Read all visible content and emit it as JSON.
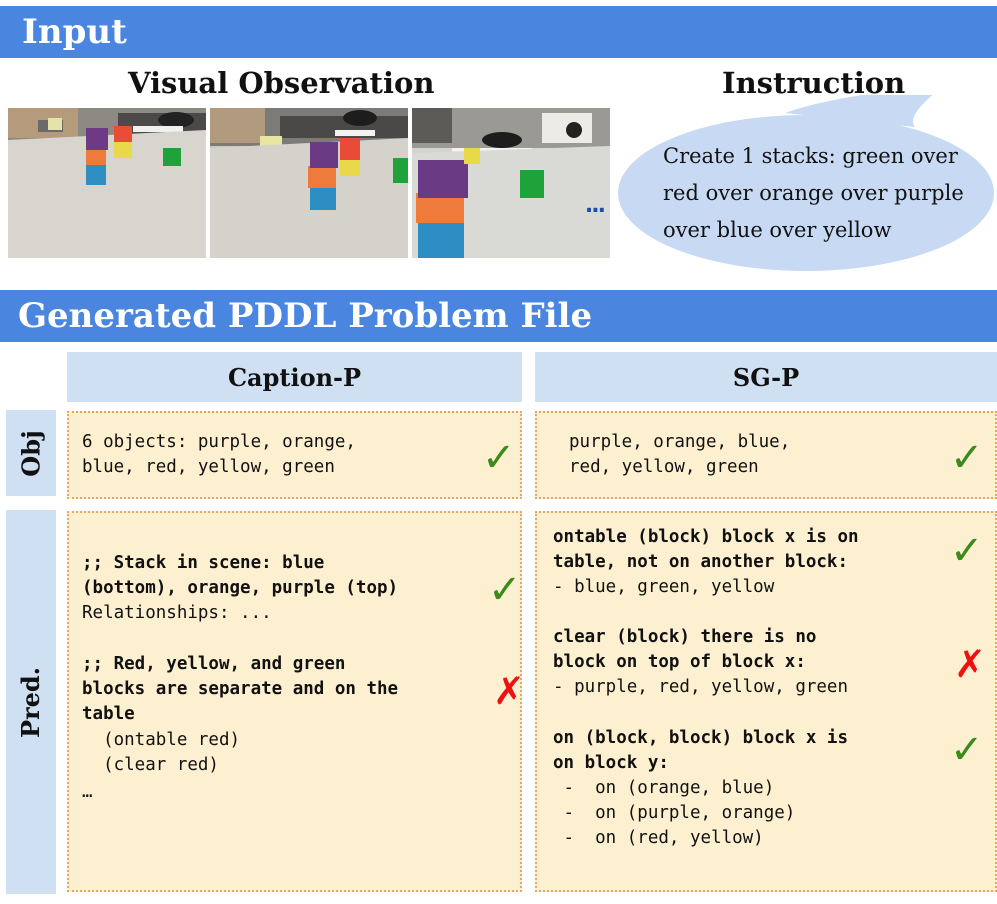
{
  "input_section": {
    "title": "Input",
    "visual_title": "Visual Observation",
    "instruction_title": "Instruction",
    "instruction_text": "Create 1 stacks: green over red over orange over purple over blue over yellow",
    "more_indicator": "...",
    "colors": {
      "banner": "#4a86e0",
      "bubble": "#c7d9f3"
    }
  },
  "pddl_section": {
    "title": "Generated PDDL Problem File",
    "columns": [
      "Caption-P",
      "SG-P"
    ],
    "rows": [
      "Obj",
      "Pred."
    ],
    "caption_obj": [
      "6 objects: purple, orange,",
      "blue, red, yellow, green"
    ],
    "sg_obj": [
      "purple, orange, blue,",
      "red, yellow, green"
    ],
    "caption_pred": {
      "stack_bold": [
        ";; Stack in scene: blue",
        "(bottom), orange, purple (top)"
      ],
      "relationships": "Relationships: ...",
      "sep_bold": [
        ";; Red, yellow, and green",
        "blocks are separate and on the",
        "table"
      ],
      "code": [
        "  (ontable red)",
        "  (clear red)"
      ],
      "ellipsis": "…"
    },
    "sg_pred": {
      "ontable_bold": [
        "ontable (block) block x is on",
        "table, not on another block:"
      ],
      "ontable_items": "- blue, green, yellow",
      "clear_bold": [
        "clear (block) there is no",
        "block on top of block x:"
      ],
      "clear_items": "- purple, red, yellow, green",
      "on_bold": [
        "on (block, block) block x is",
        "on block y:"
      ],
      "on_items": [
        " -  on (orange, blue)",
        " -  on (purple, orange)",
        " -  on (red, yellow)"
      ]
    },
    "marks": {
      "check": "✓",
      "cross": "✗"
    },
    "colors": {
      "header": "#cfe0f3",
      "cell": "#fdf0d0",
      "border": "#e8a75a",
      "check": "#3a8a1c",
      "cross": "#ee1111"
    }
  }
}
